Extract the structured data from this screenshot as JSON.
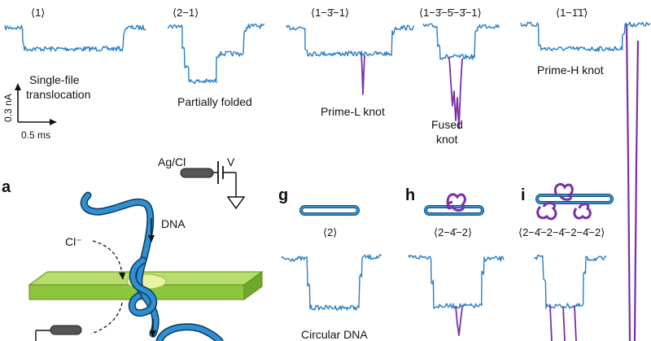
{
  "colors": {
    "trace": "#2a7fc4",
    "knot": "#7b2fa8",
    "pore_green": "#8cc63f",
    "pore_dark": "#5a9a1f",
    "dna": "#2878b5",
    "electrode": "#555555"
  },
  "top_row": [
    {
      "notation": "⟨1⟩",
      "caption_lines": [
        "Single-file",
        "translocation"
      ]
    },
    {
      "notation": "⟨2−1⟩",
      "caption_lines": [
        "Partially folded"
      ]
    },
    {
      "notation": "⟨1−3̄−1⟩",
      "caption_lines": [
        "Prime-L knot"
      ]
    },
    {
      "notation": "⟨1−3̄−5̄−3̄−1⟩",
      "caption_lines": [
        "Fused",
        "knot"
      ]
    },
    {
      "notation": "⟨1−1̄1̄⟩",
      "caption_lines": [
        "Prime-H knot"
      ]
    }
  ],
  "scale_bar": {
    "current": "0.3 nA",
    "time": "0.5 ms"
  },
  "panel_a": {
    "letter": "a",
    "electrode_label": "Ag/Cl",
    "voltage_label": "V",
    "dna_label": "DNA",
    "ion_label": "Cl⁻"
  },
  "bottom_row": [
    {
      "letter": "g",
      "notation": "⟨2⟩",
      "caption": "Circular DNA"
    },
    {
      "letter": "h",
      "notation": "⟨2−4̄−2⟩",
      "caption": ""
    },
    {
      "letter": "i",
      "notation": "⟨2−4̄−2−4̄−2−4̄−2⟩",
      "caption": ""
    }
  ]
}
